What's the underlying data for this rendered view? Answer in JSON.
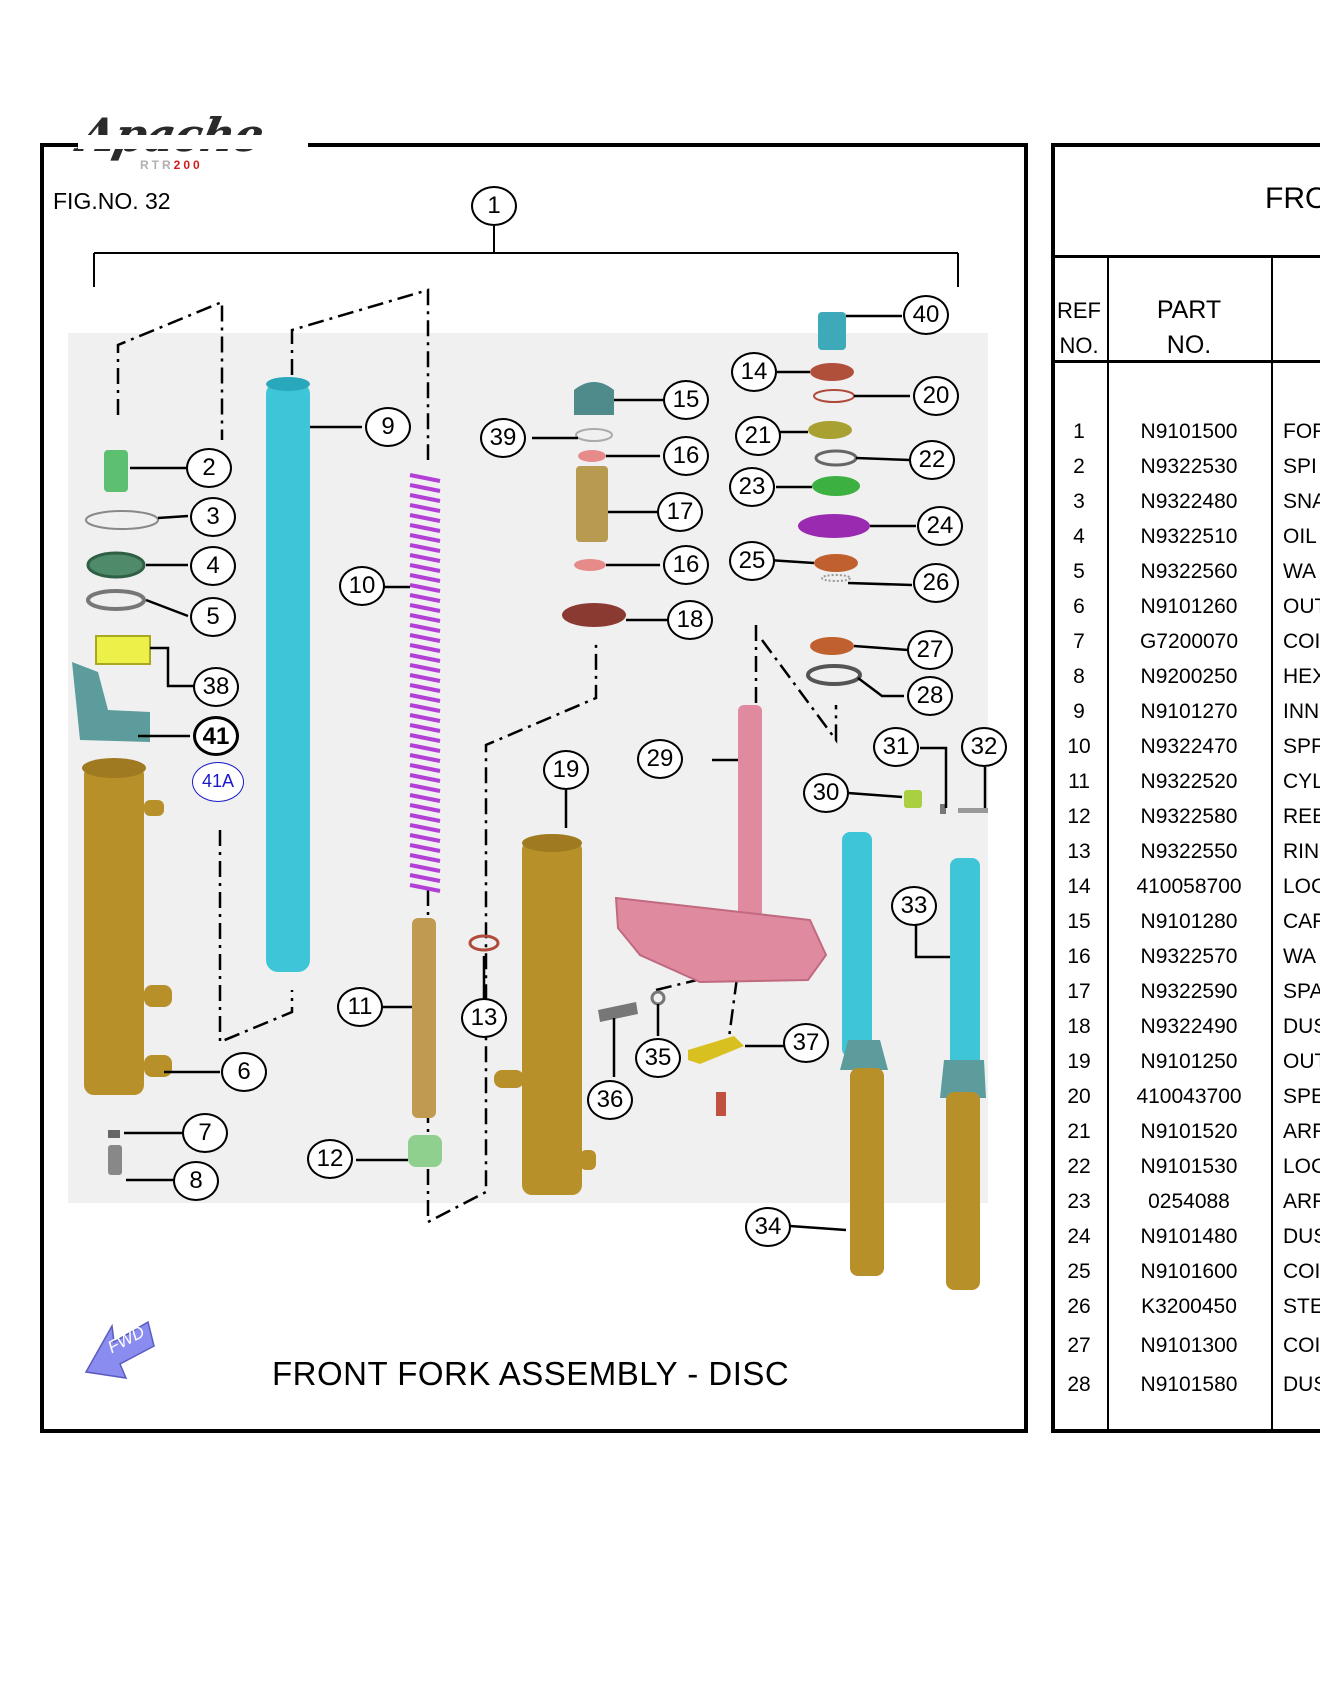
{
  "logo": {
    "brand": "Apache",
    "variant_a": "RTR",
    "variant_b": "200"
  },
  "figure": {
    "fig_no": "FIG.NO. 32",
    "title": "FRONT FORK ASSEMBLY - DISC",
    "fwd_label": "FWD",
    "callouts": [
      "1",
      "2",
      "3",
      "4",
      "5",
      "6",
      "7",
      "8",
      "9",
      "10",
      "11",
      "12",
      "13",
      "14",
      "15",
      "16",
      "16",
      "17",
      "18",
      "19",
      "20",
      "21",
      "22",
      "23",
      "24",
      "25",
      "26",
      "27",
      "28",
      "29",
      "30",
      "31",
      "32",
      "33",
      "34",
      "35",
      "36",
      "37",
      "38",
      "39",
      "40",
      "41",
      "41A"
    ]
  },
  "table": {
    "title": "FRO",
    "header": {
      "ref_line1": "REF",
      "ref_line2": "NO.",
      "part_line1": "PART",
      "part_line2": "NO."
    },
    "rows": [
      {
        "ref": "1",
        "part": "N9101500",
        "desc": "FOF"
      },
      {
        "ref": "2",
        "part": "N9322530",
        "desc": "SPI"
      },
      {
        "ref": "3",
        "part": "N9322480",
        "desc": "SNA"
      },
      {
        "ref": "4",
        "part": "N9322510",
        "desc": "OIL"
      },
      {
        "ref": "5",
        "part": "N9322560",
        "desc": "WA"
      },
      {
        "ref": "6",
        "part": "N9101260",
        "desc": "OUT"
      },
      {
        "ref": "7",
        "part": "G7200070",
        "desc": "COI"
      },
      {
        "ref": "8",
        "part": "N9200250",
        "desc": "HEX"
      },
      {
        "ref": "9",
        "part": "N9101270",
        "desc": "INN"
      },
      {
        "ref": "10",
        "part": "N9322470",
        "desc": "SPF"
      },
      {
        "ref": "11",
        "part": "N9322520",
        "desc": "CYL"
      },
      {
        "ref": "12",
        "part": "N9322580",
        "desc": "REE"
      },
      {
        "ref": "13",
        "part": "N9322550",
        "desc": "RIN"
      },
      {
        "ref": "14",
        "part": "410058700",
        "desc": "LOC"
      },
      {
        "ref": "15",
        "part": "N9101280",
        "desc": "CAF"
      },
      {
        "ref": "16",
        "part": "N9322570",
        "desc": "WA"
      },
      {
        "ref": "17",
        "part": "N9322590",
        "desc": "SPA"
      },
      {
        "ref": "18",
        "part": "N9322490",
        "desc": "DUS"
      },
      {
        "ref": "19",
        "part": "N9101250",
        "desc": "OUT"
      },
      {
        "ref": "20",
        "part": "410043700",
        "desc": "SPE"
      },
      {
        "ref": "21",
        "part": "N9101520",
        "desc": "ARF"
      },
      {
        "ref": "22",
        "part": "N9101530",
        "desc": "LOC"
      },
      {
        "ref": "23",
        "part": "0254088",
        "desc": "ARF"
      },
      {
        "ref": "24",
        "part": "N9101480",
        "desc": "DUS"
      },
      {
        "ref": "25",
        "part": "N9101600",
        "desc": "COI"
      },
      {
        "ref": "26",
        "part": "K3200450",
        "desc": "STE"
      },
      {
        "ref": "27",
        "part": "N9101300",
        "desc": "COI"
      },
      {
        "ref": "28",
        "part": "N9101580",
        "desc": "DUS"
      }
    ]
  },
  "colors": {
    "tube_cyan": "#3ec6d8",
    "spring_purple": "#b23fd6",
    "body_gold": "#b8902a",
    "bracket_pink": "#e08aa0",
    "arrow_blue": "#8a8cf0",
    "label_blue": "#1a1acc"
  }
}
